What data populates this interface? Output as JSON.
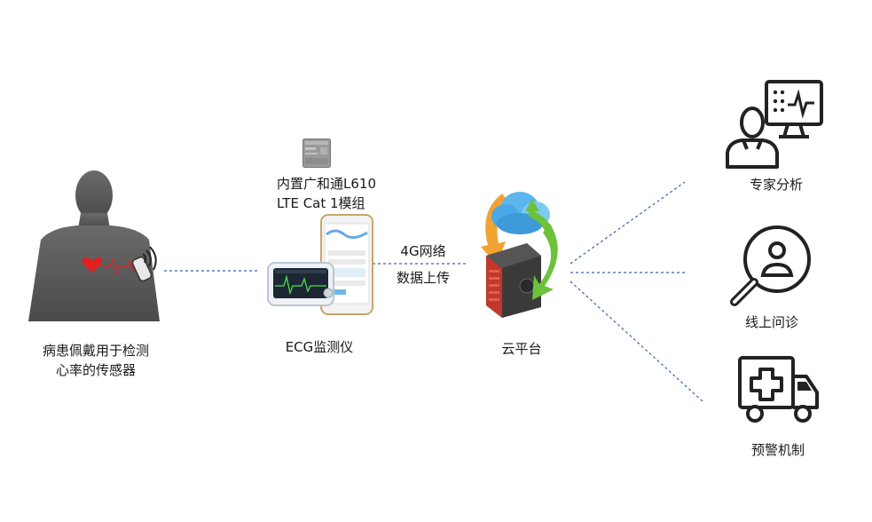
{
  "patient": {
    "line1": "病患佩戴用于检测",
    "line2": "心率的传感器"
  },
  "device": {
    "label": "ECG监测仪"
  },
  "module": {
    "line1": "内置广和通L610",
    "line2": "LTE Cat 1模组"
  },
  "link": {
    "line1": "4G网络",
    "line2": "数据上传"
  },
  "cloud": {
    "label": "云平台"
  },
  "outputs": {
    "expert": "专家分析",
    "online": "线上问诊",
    "warning": "预警机制"
  },
  "colors": {
    "line": "#3a5fb0",
    "orange_arrow": "#f2a233",
    "green_arrow": "#6cc23a",
    "cloud_blue": "#4aa8e8",
    "server_red": "#c0392b",
    "icon_dark": "#222222",
    "silhouette": "#5a5a5a",
    "heart": "#e02020"
  },
  "icons": [
    "person-silhouette-icon",
    "heart-icon",
    "wireless-signal-icon",
    "lte-module-chip-icon",
    "ecg-monitor-icon",
    "smartphone-icon",
    "cloud-icon",
    "server-icon",
    "doctor-monitor-icon",
    "magnifier-person-icon",
    "ambulance-icon"
  ]
}
